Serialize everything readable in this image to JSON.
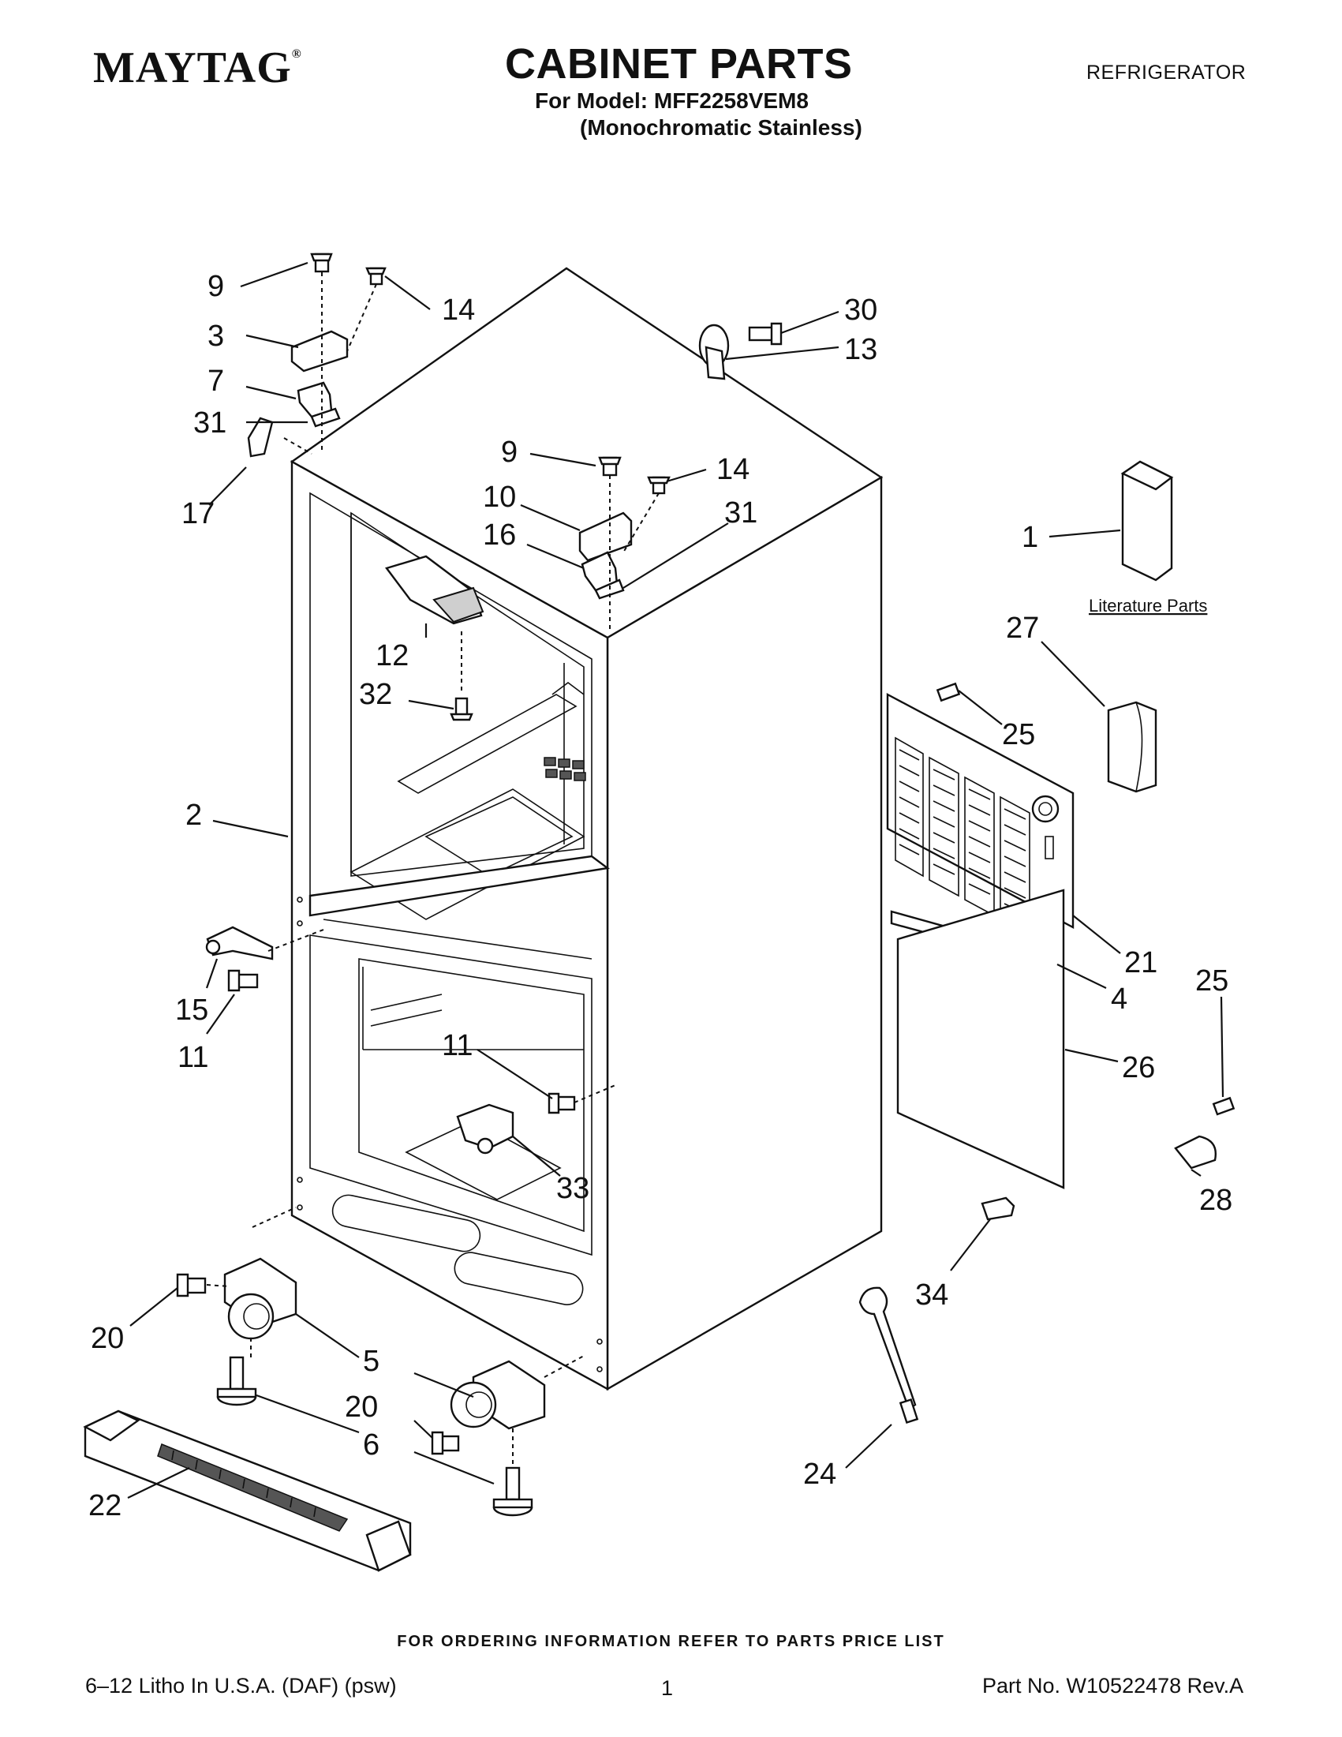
{
  "header": {
    "brand": "MAYTAG",
    "brand_mark": "®",
    "title": "CABINET PARTS",
    "model_line": "For Model: MFF2258VEM8",
    "finish_line": "(Monochromatic Stainless)",
    "category": "REFRIGERATOR"
  },
  "diagram": {
    "literature_label": "Literature Parts",
    "callouts": [
      "9",
      "14",
      "3",
      "7",
      "31",
      "17",
      "30",
      "13",
      "9",
      "14",
      "10",
      "31",
      "16",
      "1",
      "12",
      "27",
      "32",
      "25",
      "2",
      "21",
      "15",
      "11",
      "4",
      "25",
      "11",
      "26",
      "33",
      "28",
      "34",
      "20",
      "5",
      "20",
      "6",
      "24",
      "22"
    ]
  },
  "footer": {
    "ordering_note": "FOR ORDERING INFORMATION REFER TO PARTS PRICE LIST",
    "litho": "6–12 Litho In U.S.A. (DAF) (psw)",
    "page": "1",
    "part_no": "Part No. W10522478 Rev.A"
  }
}
